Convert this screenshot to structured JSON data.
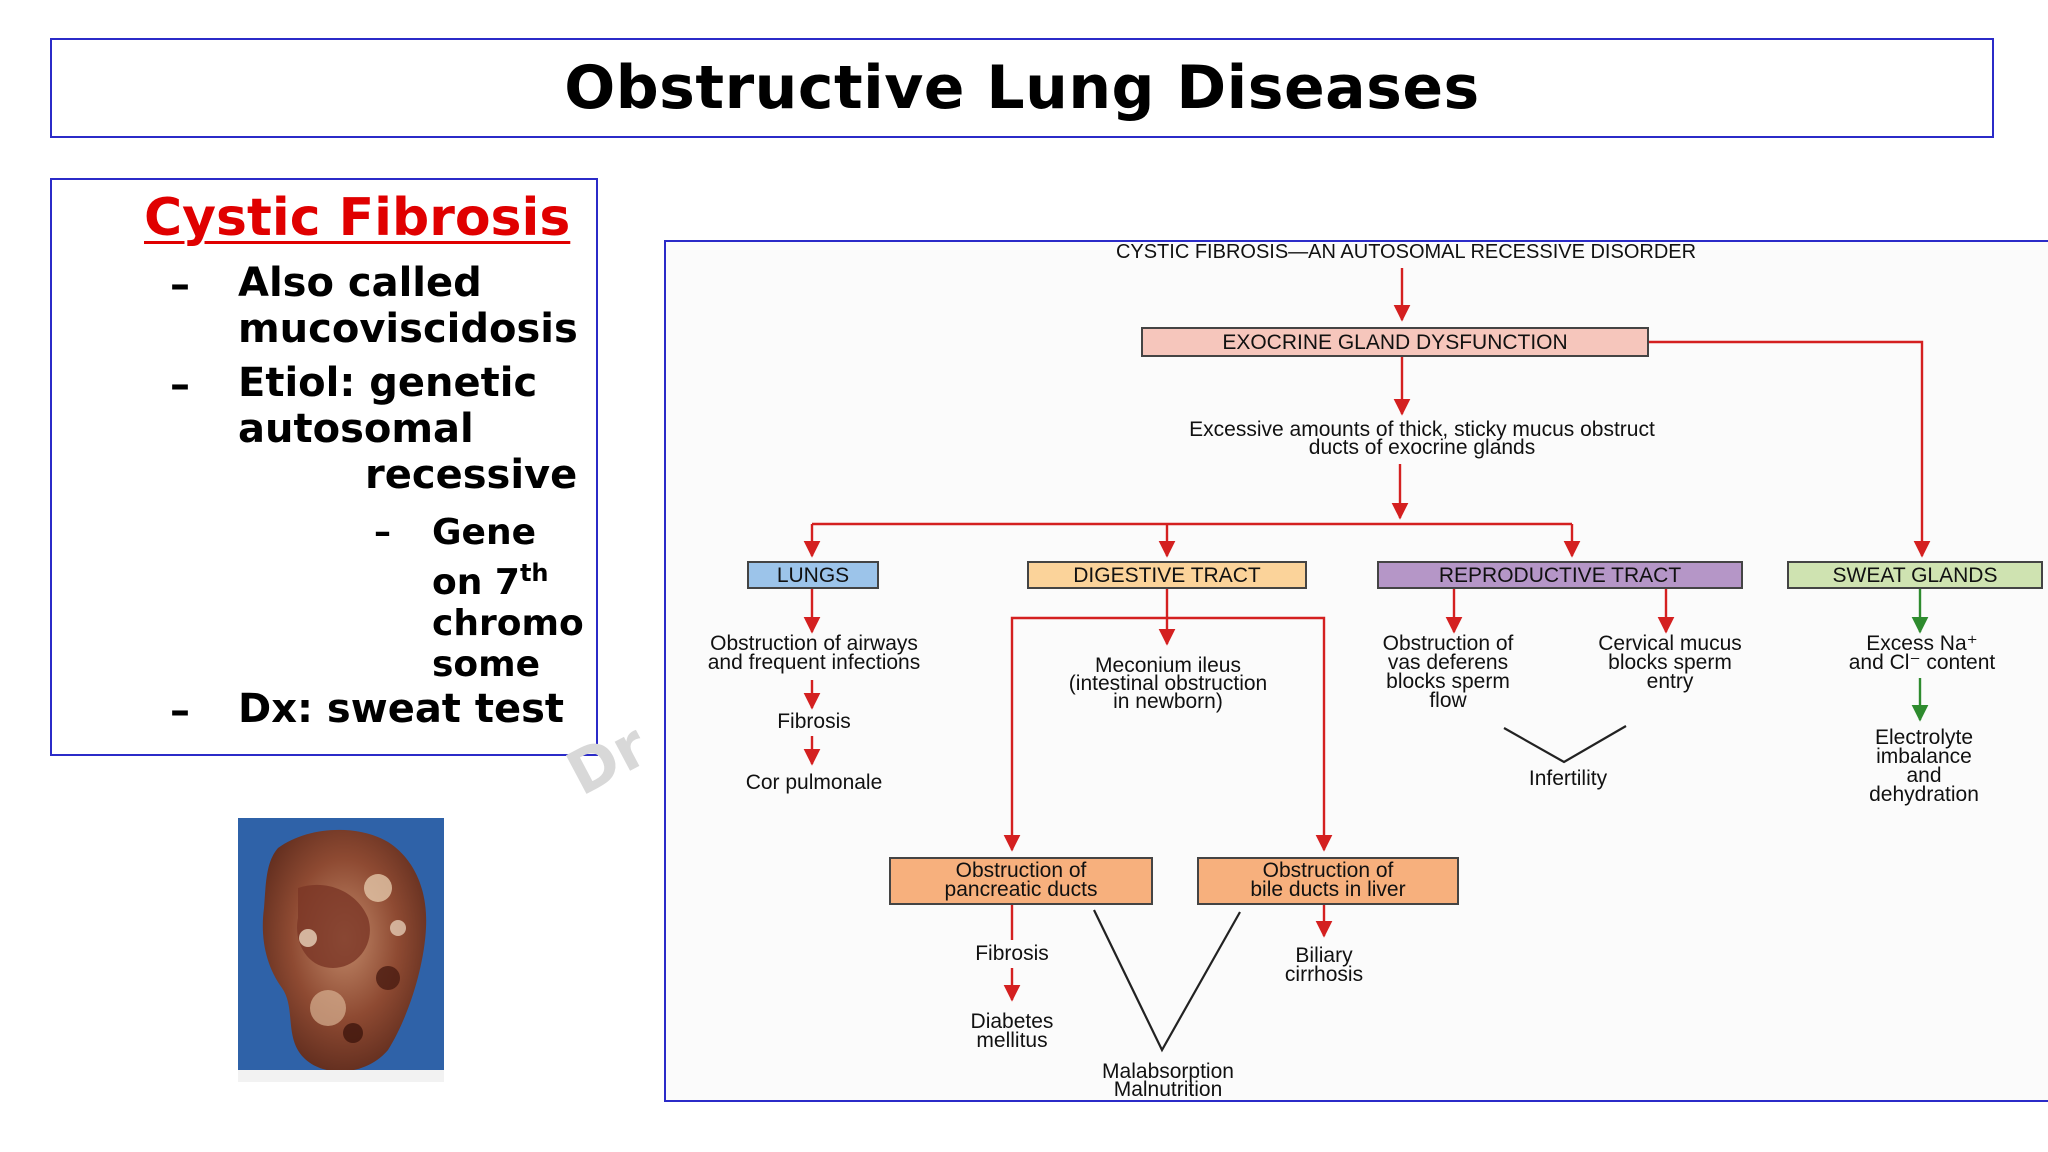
{
  "title": "Obstructive Lung Diseases",
  "watermark": "Dr .",
  "left_panel": {
    "heading": "Cystic Fibrosis",
    "bullet_dash": "–",
    "bullet1_line1": "Also called",
    "bullet1_line2": "mucoviscidosis",
    "bullet2_line1": "Etiol: genetic",
    "bullet2_line2": "autosomal",
    "bullet2_line3": "recessive",
    "sub_line1": "Gene",
    "sub_line2_prefix": "on 7",
    "sub_line2_sup": "th",
    "sub_line3": "chromo",
    "sub_line4": "some",
    "bullet3": "Dx: sweat test"
  },
  "diagram": {
    "header": "CYSTIC FIBROSIS—AN AUTOSOMAL RECESSIVE DISORDER",
    "exocrine": "EXOCRINE GLAND DYSFUNCTION",
    "mucus_line1": "Excessive amounts of thick, sticky mucus obstruct",
    "mucus_line2": "ducts of exocrine glands",
    "lungs": {
      "label": "LUNGS",
      "effect_line1": "Obstruction of airways",
      "effect_line2": "and frequent infections",
      "fibrosis": "Fibrosis",
      "cor": "Cor pulmonale"
    },
    "digestive": {
      "label": "DIGESTIVE TRACT",
      "meconium_line1": "Meconium ileus",
      "meconium_line2": "(intestinal obstruction",
      "meconium_line3": "in newborn)",
      "pancreatic_line1": "Obstruction of",
      "pancreatic_line2": "pancreatic ducts",
      "bile_line1": "Obstruction of",
      "bile_line2": "bile ducts in liver",
      "fibrosis": "Fibrosis",
      "diabetes_line1": "Diabetes",
      "diabetes_line2": "mellitus",
      "biliary_line1": "Biliary",
      "biliary_line2": "cirrhosis",
      "malabsorption_line1": "Malabsorption",
      "malabsorption_line2": "Malnutrition"
    },
    "reproductive": {
      "label": "REPRODUCTIVE TRACT",
      "vas_line1": "Obstruction of",
      "vas_line2": "vas deferens",
      "vas_line3": "blocks sperm",
      "vas_line4": "flow",
      "cervical_line1": "Cervical mucus",
      "cervical_line2": "blocks sperm",
      "cervical_line3": "entry",
      "infertility": "Infertility"
    },
    "sweat": {
      "label": "SWEAT GLANDS",
      "excess_line1": "Excess Na⁺",
      "excess_line2": "and Cl⁻  content",
      "electrolyte_line1": "Electrolyte",
      "electrolyte_line2": "imbalance",
      "electrolyte_line3": "and",
      "electrolyte_line4": "dehydration"
    }
  },
  "colors": {
    "arrow_red": "#d42020",
    "arrow_green": "#2e8b2e",
    "exocrine_fill": "#f6c6bc",
    "lungs_fill": "#9cc4ea",
    "digestive_fill": "#fbd39a",
    "reproductive_fill": "#b596c7",
    "sweat_fill": "#cfe3b1",
    "obstruction_fill": "#f7b07d"
  }
}
